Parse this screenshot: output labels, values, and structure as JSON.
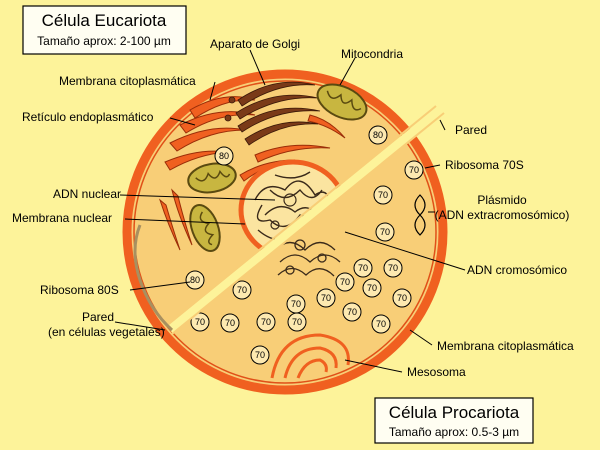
{
  "colors": {
    "background": "#fdf39a",
    "cytoplasm": "#f8ce77",
    "membrane": "#f06020",
    "golgi": "#7a3a18",
    "mitochondria": "#c8b640",
    "nucleus": "#fbe4a0",
    "ribosome": "#fde9b0"
  },
  "eukaryote": {
    "title": "Célula Eucariota",
    "size": "Tamaño aprox: 2-100 µm",
    "labels": {
      "golgi": "Aparato de Golgi",
      "mitochondria": "Mitocondria",
      "cytoplasmic_membrane": "Membrana citoplasmática",
      "er": "Retículo endoplasmático",
      "nuclear_dna": "ADN nuclear",
      "nuclear_membrane": "Membrana nuclear",
      "ribosome": "Ribosoma 80S",
      "wall_line1": "Pared",
      "wall_line2": "(en células vegetales)"
    }
  },
  "prokaryote": {
    "title": "Célula Procariota",
    "size": "Tamaño aprox: 0.5-3 µm",
    "labels": {
      "wall": "Pared",
      "ribosome": "Ribosoma 70S",
      "plasmid_line1": "Plásmido",
      "plasmid_line2": "(ADN extracromosómico)",
      "chromosomal_dna": "ADN cromosómico",
      "cytoplasmic_membrane": "Membrana citoplasmática",
      "mesosome": "Mesosoma"
    }
  },
  "ribosome_markers": {
    "eukaryote": "80",
    "prokaryote": "70"
  }
}
